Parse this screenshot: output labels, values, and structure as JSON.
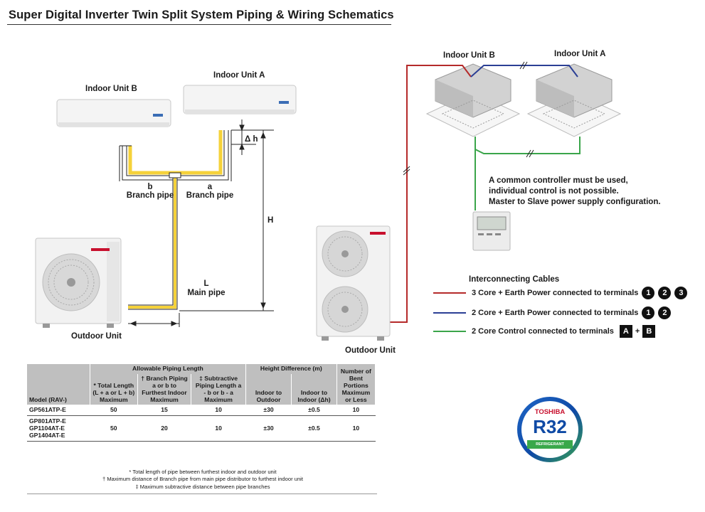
{
  "title": "Super Digital Inverter Twin Split System Piping & Wiring Schematics",
  "left_diagram": {
    "indoor_a": "Indoor Unit A",
    "indoor_b": "Indoor Unit B",
    "delta_h": "Δ h",
    "height_h": "H",
    "branch_b_letter": "b",
    "branch_b_label": "Branch pipe",
    "branch_a_letter": "a",
    "branch_a_label": "Branch pipe",
    "main_letter": "L",
    "main_label": "Main pipe",
    "outdoor": "Outdoor Unit"
  },
  "right_diagram": {
    "indoor_a": "Indoor Unit A",
    "indoor_b": "Indoor Unit B",
    "outdoor": "Outdoor Unit",
    "note": [
      "A common controller must be used,",
      "individual control is not possible.",
      "Master to Slave power supply configuration."
    ]
  },
  "legend": {
    "title": "Interconnecting Cables",
    "items": [
      {
        "color": "#b52a2a",
        "text": "3 Core + Earth Power connected to terminals",
        "markers": [
          "1",
          "2",
          "3"
        ],
        "shape": "circle"
      },
      {
        "color": "#2b3f95",
        "text": "2 Core + Earth Power connected to terminals",
        "markers": [
          "1",
          "2"
        ],
        "shape": "circle"
      },
      {
        "color": "#3aa54a",
        "text": "2 Core Control connected to terminals",
        "markers": [
          "A",
          "B"
        ],
        "shape": "square",
        "joiner": "+"
      }
    ]
  },
  "table": {
    "group_headers": {
      "piping": "Allowable Piping Length",
      "height": "Height Difference (m)"
    },
    "columns": [
      "Model (RAV-)",
      "* Total Length (L + a or L + b) Maximum",
      "† Branch Piping a or b to Furthest Indoor Maximum",
      "‡ Subtractive Piping Length a - b or b - a Maximum",
      "Indoor to Outdoor",
      "Indoor to Indoor (Δh)",
      "Number of Bent Portions Maximum or Less"
    ],
    "rows": [
      {
        "model": [
          "GP561ATP-E"
        ],
        "total": "50",
        "branch": "15",
        "subtractive": "10",
        "in_out": "±30",
        "in_in": "±0.5",
        "bends": "10"
      },
      {
        "model": [
          "GP801ATP-E",
          "GP1104AT-E",
          "GP1404AT-E"
        ],
        "total": "50",
        "branch": "20",
        "subtractive": "10",
        "in_out": "±30",
        "in_in": "±0.5",
        "bends": "10"
      }
    ],
    "footnotes": [
      "* Total length of pipe between furthest indoor and outdoor unit",
      "† Maximum distance of Branch pipe from main pipe distributor to furthest indoor unit",
      "‡ Maximum subtractive distance between pipe branches"
    ]
  },
  "badge": {
    "brand": "TOSHIBA",
    "code": "R32",
    "ref": "REFRIGERANT"
  },
  "colors": {
    "pipe": "#f5d23a",
    "red_cable": "#b52a2a",
    "blue_cable": "#2b3f95",
    "green_cable": "#3aa54a"
  }
}
